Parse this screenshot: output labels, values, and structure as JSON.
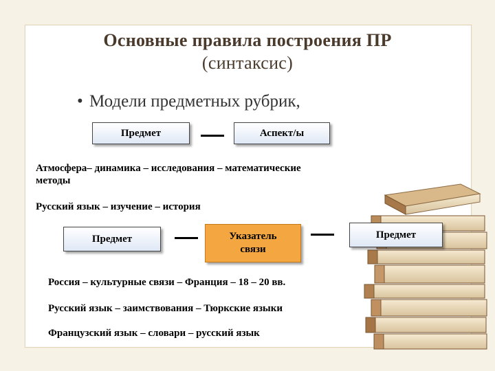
{
  "slide": {
    "title_line1": "Основные правила построения ПР",
    "title_line2": "(синтаксис)",
    "bullet": "Модели предметных рубрик,",
    "model1": {
      "left": "Предмет",
      "right": "Аспект/ы"
    },
    "line1": "Атмосфера– динамика – исследования – математические",
    "line1b": "методы",
    "line2": "Русский язык – изучение – история",
    "model2": {
      "left": "Предмет",
      "middle_1": "Указатель",
      "middle_2": "связи",
      "right": "Предмет"
    },
    "line3": "Россия – культурные связи – Франция – 18 – 20 вв.",
    "line4": "Русский язык – заимствования – Тюркские языки",
    "line5": "Французский язык – словари – русский язык"
  },
  "colors": {
    "accent_orange": "#f4a640",
    "title": "#4a3a2c"
  },
  "icons": {
    "illustration": "book-stack-icon"
  }
}
